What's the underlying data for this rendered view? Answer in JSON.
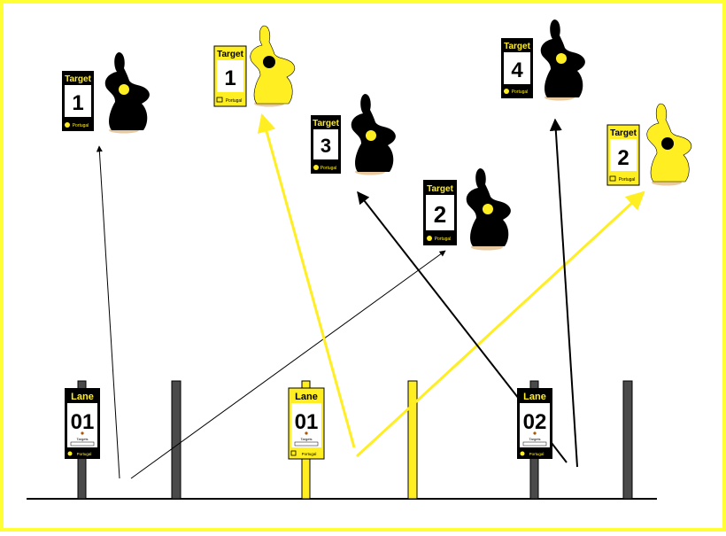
{
  "colors": {
    "frame": "#ffff33",
    "yellow": "#ffee22",
    "black": "#000000",
    "post": "#4a4a4a",
    "sand": "#e8c9a0"
  },
  "targets": [
    {
      "id": "t1-black",
      "header": "Target",
      "number": "1",
      "footer": "Portugal",
      "theme": "black",
      "icon": "rabbit-silhouette-icon"
    },
    {
      "id": "t1-yellow",
      "header": "Target",
      "number": "1",
      "footer": "Portugal",
      "theme": "yellow",
      "icon": "rabbit-silhouette-icon"
    },
    {
      "id": "t3-black",
      "header": "Target",
      "number": "3",
      "footer": "Portugal",
      "theme": "black",
      "icon": "rabbit-silhouette-icon"
    },
    {
      "id": "t2-black",
      "header": "Target",
      "number": "2",
      "footer": "Portugal",
      "theme": "black",
      "icon": "rabbit-silhouette-icon"
    },
    {
      "id": "t4-black",
      "header": "Target",
      "number": "4",
      "footer": "Portugal",
      "theme": "black",
      "icon": "rabbit-silhouette-icon"
    },
    {
      "id": "t2-yellow",
      "header": "Target",
      "number": "2",
      "footer": "Portugal",
      "theme": "yellow",
      "icon": "rabbit-silhouette-icon"
    }
  ],
  "lanes": [
    {
      "id": "lane-01-black",
      "header": "Lane",
      "number": "01",
      "subtitle": "Targets",
      "footer": "Portugal",
      "theme": "black"
    },
    {
      "id": "lane-01-yellow",
      "header": "Lane",
      "number": "01",
      "subtitle": "Targets",
      "footer": "Portugal",
      "theme": "yellow"
    },
    {
      "id": "lane-02-black",
      "header": "Lane",
      "number": "02",
      "subtitle": "Targets",
      "footer": "Portugal",
      "theme": "black"
    }
  ],
  "shooting_lines": [
    {
      "from": "lane-01-black",
      "to": "t1-black",
      "color": "black"
    },
    {
      "from": "lane-01-black",
      "to": "t2-black",
      "color": "black"
    },
    {
      "from": "lane-01-yellow",
      "to": "t1-yellow",
      "color": "yellow"
    },
    {
      "from": "lane-01-yellow",
      "to": "t2-yellow",
      "color": "yellow"
    },
    {
      "from": "lane-02-black",
      "to": "t3-black",
      "color": "black"
    },
    {
      "from": "lane-02-black",
      "to": "t4-black",
      "color": "black"
    }
  ]
}
